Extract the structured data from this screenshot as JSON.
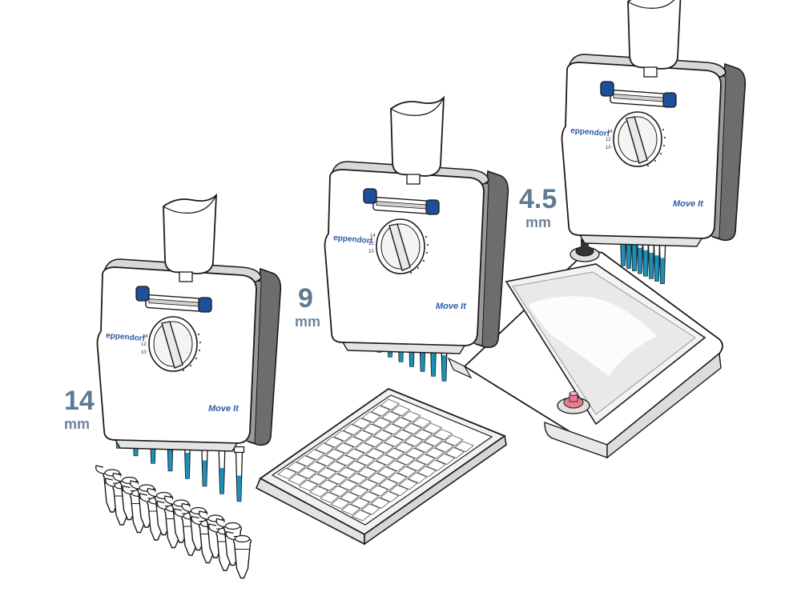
{
  "pipettes": [
    {
      "spacing_value": "14",
      "spacing_unit": "mm",
      "brand": "eppendorf",
      "model": "Move It",
      "scale": [
        "14",
        "12",
        "10"
      ]
    },
    {
      "spacing_value": "9",
      "spacing_unit": "mm",
      "brand": "eppendorf",
      "model": "Move It",
      "scale": [
        "14",
        "12",
        "10"
      ]
    },
    {
      "spacing_value": "4.5",
      "spacing_unit": "mm",
      "brand": "eppendorf",
      "model": "Move It",
      "scale": [
        "14",
        "12",
        "10"
      ]
    }
  ],
  "colors": {
    "tip_liquid": "#1e8fb8",
    "button_blue": "#1d4f9a",
    "label_gray": "#5f7a93",
    "reservoir_pink": "#e87c90"
  }
}
